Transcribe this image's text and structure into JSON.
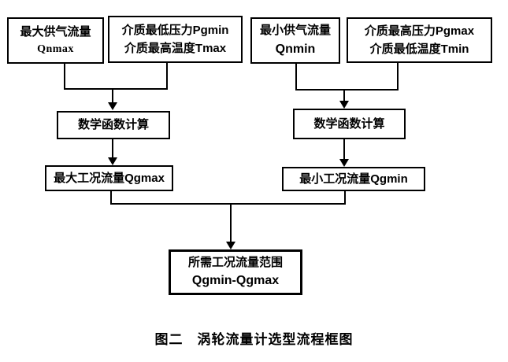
{
  "figure": {
    "caption": "图二　涡轮流量计选型流程框图",
    "nodes": {
      "qnmax": {
        "line1": "最大供气流量",
        "line2": "Qnmax"
      },
      "pgmin_tmax": {
        "line1": "介质最低压力Pgmin",
        "line2": "介质最高温度Tmax"
      },
      "qnmin": {
        "line1": "最小供气流量",
        "line2": "Qnmin"
      },
      "pgmax_tmin": {
        "line1": "介质最高压力Pgmax",
        "line2": "介质最低温度Tmin"
      },
      "calc_left": {
        "label": "数学函数计算"
      },
      "calc_right": {
        "label": "数学函数计算"
      },
      "qgmax": {
        "label": "最大工况流量Qgmax"
      },
      "qgmin": {
        "label": "最小工况流量Qgmin"
      },
      "range": {
        "line1": "所需工况流量范围",
        "line2": "Qgmin-Qgmax"
      }
    },
    "colors": {
      "stroke": "#000000",
      "background": "#ffffff",
      "text": "#000000"
    }
  }
}
